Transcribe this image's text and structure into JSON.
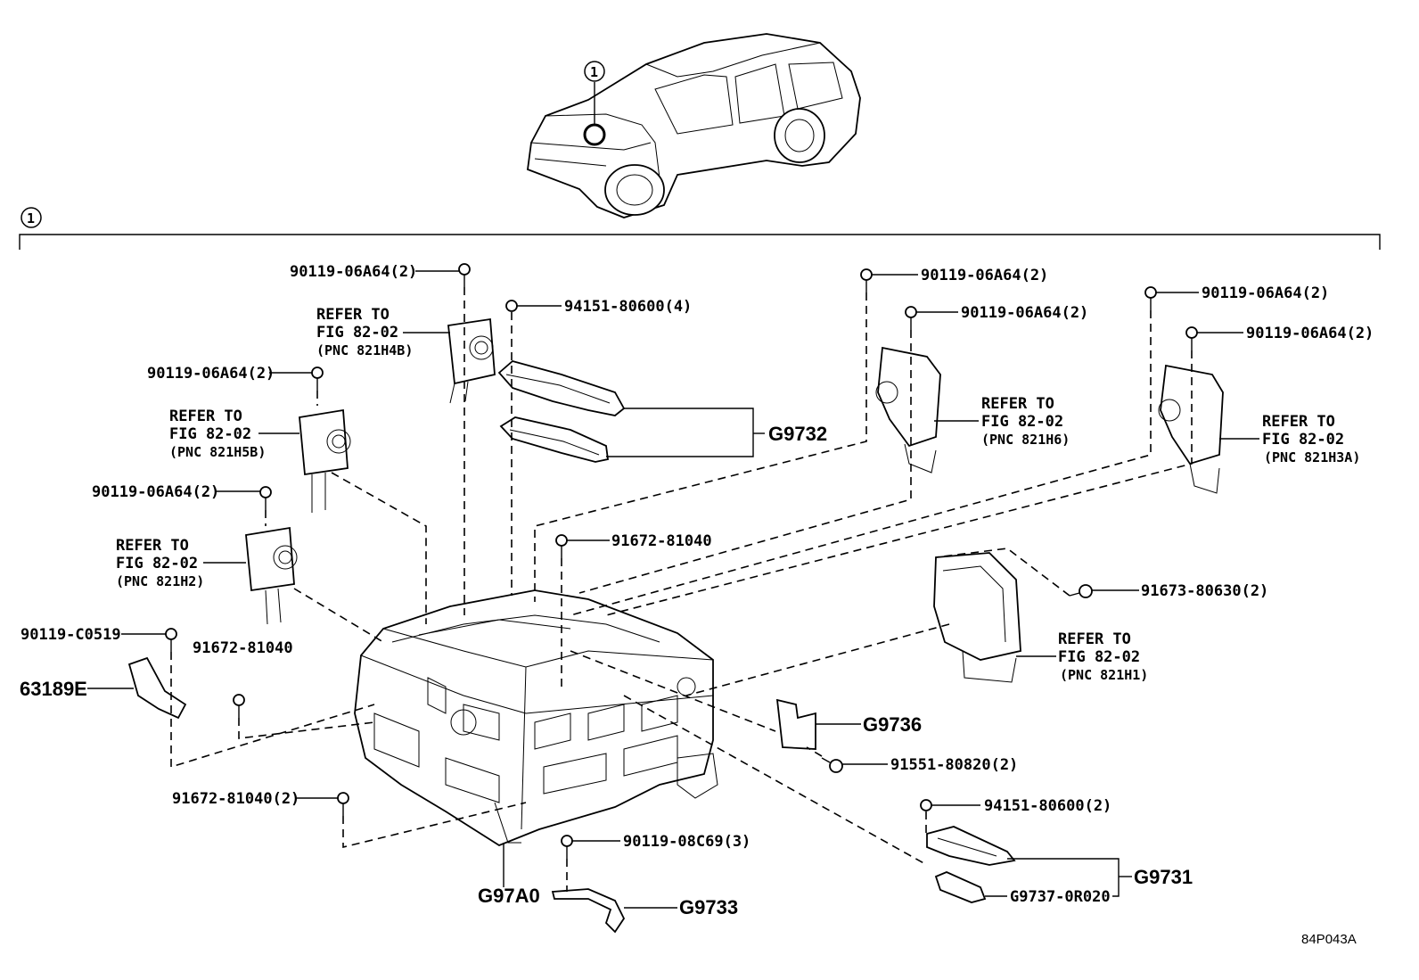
{
  "diagram": {
    "figure_id": "84P043A",
    "callout_number": "1",
    "labels": {
      "b_top": "90119-06A64(2)",
      "refer_h4b_l1": "REFER TO",
      "refer_h4b_l2": "FIG 82-02",
      "refer_h4b_pnc": "(PNC 821H4B)",
      "gasket_top": "94151-80600(4)",
      "b_h5b": "90119-06A64(2)",
      "refer_h5b_l1": "REFER TO",
      "refer_h5b_l2": "FIG 82-02",
      "refer_h5b_pnc": "(PNC 821H5B)",
      "g9732": "G9732",
      "b_h6a": "90119-06A64(2)",
      "b_h6b": "90119-06A64(2)",
      "refer_h6_l1": "REFER TO",
      "refer_h6_l2": "FIG 82-02",
      "refer_h6_pnc": "(PNC 821H6)",
      "b_h3a_a": "90119-06A64(2)",
      "b_h3a_b": "90119-06A64(2)",
      "refer_h3a_l1": "REFER TO",
      "refer_h3a_l2": "FIG 82-02",
      "refer_h3a_pnc": "(PNC 821H3A)",
      "b_h2": "90119-06A64(2)",
      "refer_h2_l1": "REFER TO",
      "refer_h2_l2": "FIG 82-02",
      "refer_h2_pnc": "(PNC 821H2)",
      "bolt_91672_a": "91672-81040",
      "bolt_91673": "91673-80630(2)",
      "refer_h1_l1": "REFER TO",
      "refer_h1_l2": "FIG 82-02",
      "refer_h1_pnc": "(PNC 821H1)",
      "bolt_c0519": "90119-C0519",
      "bolt_91672_b": "91672-81040",
      "bracket_63189e": "63189E",
      "g9736": "G9736",
      "bolt_91551": "91551-80820(2)",
      "bolt_91672_c": "91672-81040(2)",
      "gasket_bottom": "94151-80600(2)",
      "bolt_08c69": "90119-08C69(3)",
      "g97a0": "G97A0",
      "g9733": "G9733",
      "g9731": "G9731",
      "g9737": "G9737-0R020"
    }
  }
}
